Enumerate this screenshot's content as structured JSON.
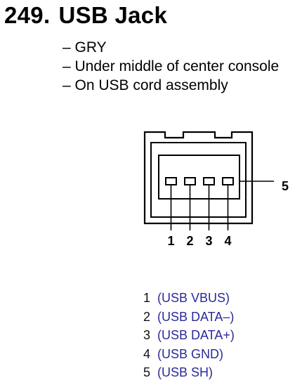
{
  "header": {
    "number": "249.",
    "title": "USB Jack"
  },
  "info": [
    "– GRY",
    "– Under middle of center console",
    "– On USB cord assembly"
  ],
  "diagram": {
    "pin_labels": [
      "1",
      "2",
      "3",
      "4"
    ],
    "shield_label": "5"
  },
  "pinout": [
    {
      "num": "1",
      "signal": "(USB VBUS)"
    },
    {
      "num": "2",
      "signal": "(USB DATA–)"
    },
    {
      "num": "3",
      "signal": "(USB DATA+)"
    },
    {
      "num": "4",
      "signal": "(USB GND)"
    },
    {
      "num": "5",
      "signal": "(USB SH)"
    }
  ],
  "colors": {
    "signal_text": "#2a2a9a"
  }
}
